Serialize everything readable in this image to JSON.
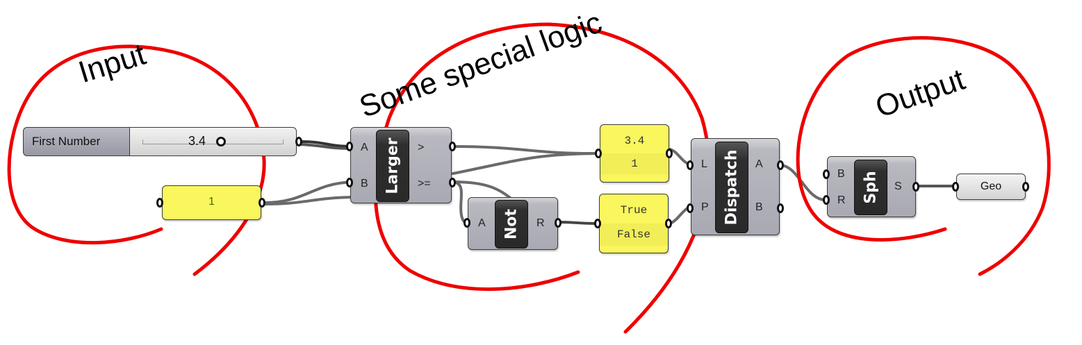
{
  "annotations": {
    "input": "Input",
    "logic": "Some special logic",
    "output": "Output",
    "stroke_color": "#ee0000"
  },
  "slider": {
    "name": "First Number",
    "value": "3.4",
    "fraction": 0.45
  },
  "panel_one": {
    "value": "1"
  },
  "larger": {
    "nickname": "Larger",
    "inputs": [
      "A",
      "B"
    ],
    "outputs": [
      ">",
      ">="
    ]
  },
  "not": {
    "nickname": "Not",
    "inputs": [
      "A"
    ],
    "outputs": [
      "R"
    ]
  },
  "panel_list": {
    "rows": [
      "3.4",
      "1"
    ]
  },
  "panel_bool": {
    "rows": [
      "True",
      "False"
    ]
  },
  "dispatch": {
    "nickname": "Dispatch",
    "inputs": [
      "L",
      "P"
    ],
    "outputs": [
      "A",
      "B"
    ]
  },
  "sphere": {
    "nickname": "Sph",
    "inputs": [
      "B",
      "R"
    ],
    "outputs": [
      "S"
    ]
  },
  "geo": {
    "label": "Geo"
  },
  "colors": {
    "panel": "#f9f65e",
    "component": "#a9a9b3",
    "wire": "#666666"
  }
}
